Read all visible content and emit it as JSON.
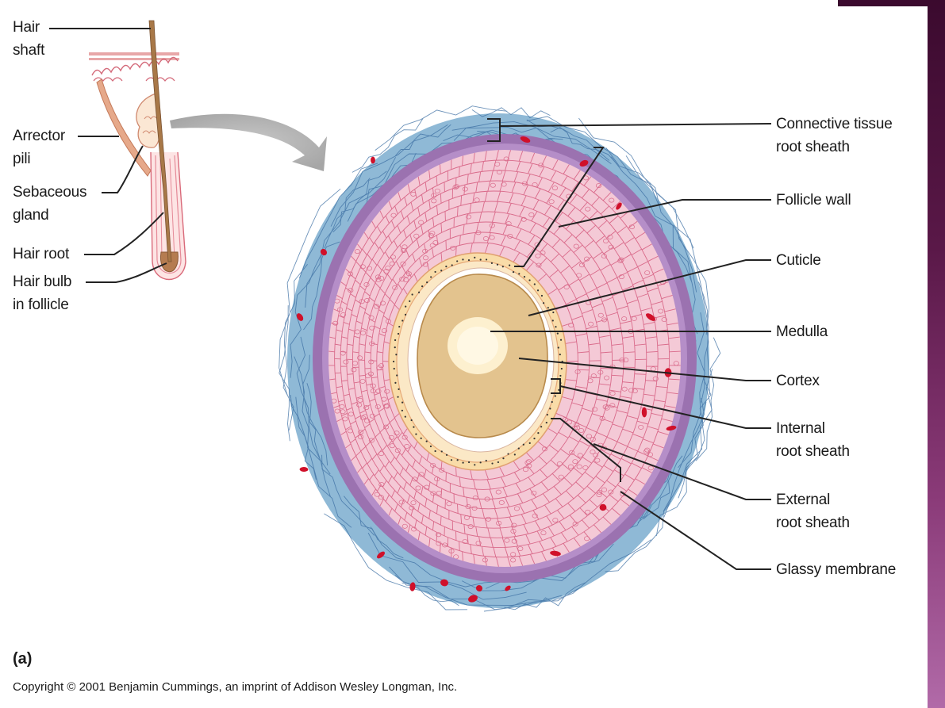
{
  "diagram": {
    "panel_tag": "(a)",
    "copyright": "Copyright © 2001 Benjamin Cummings, an imprint of Addison Wesley Longman, Inc.",
    "left_labels": {
      "hair_shaft": [
        "Hair",
        "shaft"
      ],
      "arrector_pili": [
        "Arrector",
        "pili"
      ],
      "sebaceous_gland": [
        "Sebaceous",
        "gland"
      ],
      "hair_root": [
        "Hair root"
      ],
      "hair_bulb": [
        "Hair bulb",
        "in follicle"
      ]
    },
    "right_labels": {
      "connective_tissue": [
        "Connective tissue",
        "root sheath"
      ],
      "follicle_wall": [
        "Follicle wall"
      ],
      "cuticle": [
        "Cuticle"
      ],
      "medulla": [
        "Medulla"
      ],
      "cortex": [
        "Cortex"
      ],
      "internal_root_sheath": [
        "Internal",
        "root sheath"
      ],
      "external_root_sheath": [
        "External",
        "root sheath"
      ],
      "glassy_membrane": [
        "Glassy membrane"
      ]
    },
    "colors": {
      "connective_tissue": "#8fb9d6",
      "glassy_membrane": "#9b72b0",
      "external_sheath": "#f4c9d6",
      "cell_lines": "#d96a8a",
      "internal_sheath": "#f9e2b8",
      "cuticle": "#ffffff",
      "cortex": "#e3c38e",
      "medulla": "#fdf0cf",
      "hair_shaft": "#a87848",
      "red_cells": "#d0102a",
      "leader_lines": "#222222",
      "frame": "#5a1848"
    }
  }
}
